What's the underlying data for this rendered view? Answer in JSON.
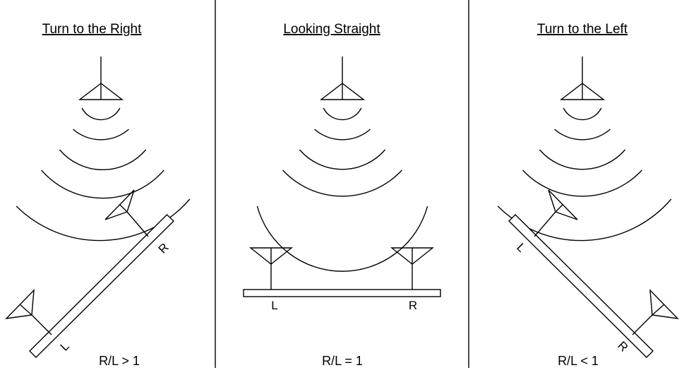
{
  "panels": [
    {
      "title": "Turn to the Right",
      "left_label": "L",
      "right_label": "R",
      "ratio": "R/L > 1"
    },
    {
      "title": "Looking Straight",
      "left_label": "L",
      "right_label": "R",
      "ratio": "R/L = 1"
    },
    {
      "title": "Turn to the Left",
      "left_label": "L",
      "right_label": "R",
      "ratio": "R/L < 1"
    }
  ],
  "colors": {
    "line": "#000000",
    "background": "#ffffff"
  }
}
